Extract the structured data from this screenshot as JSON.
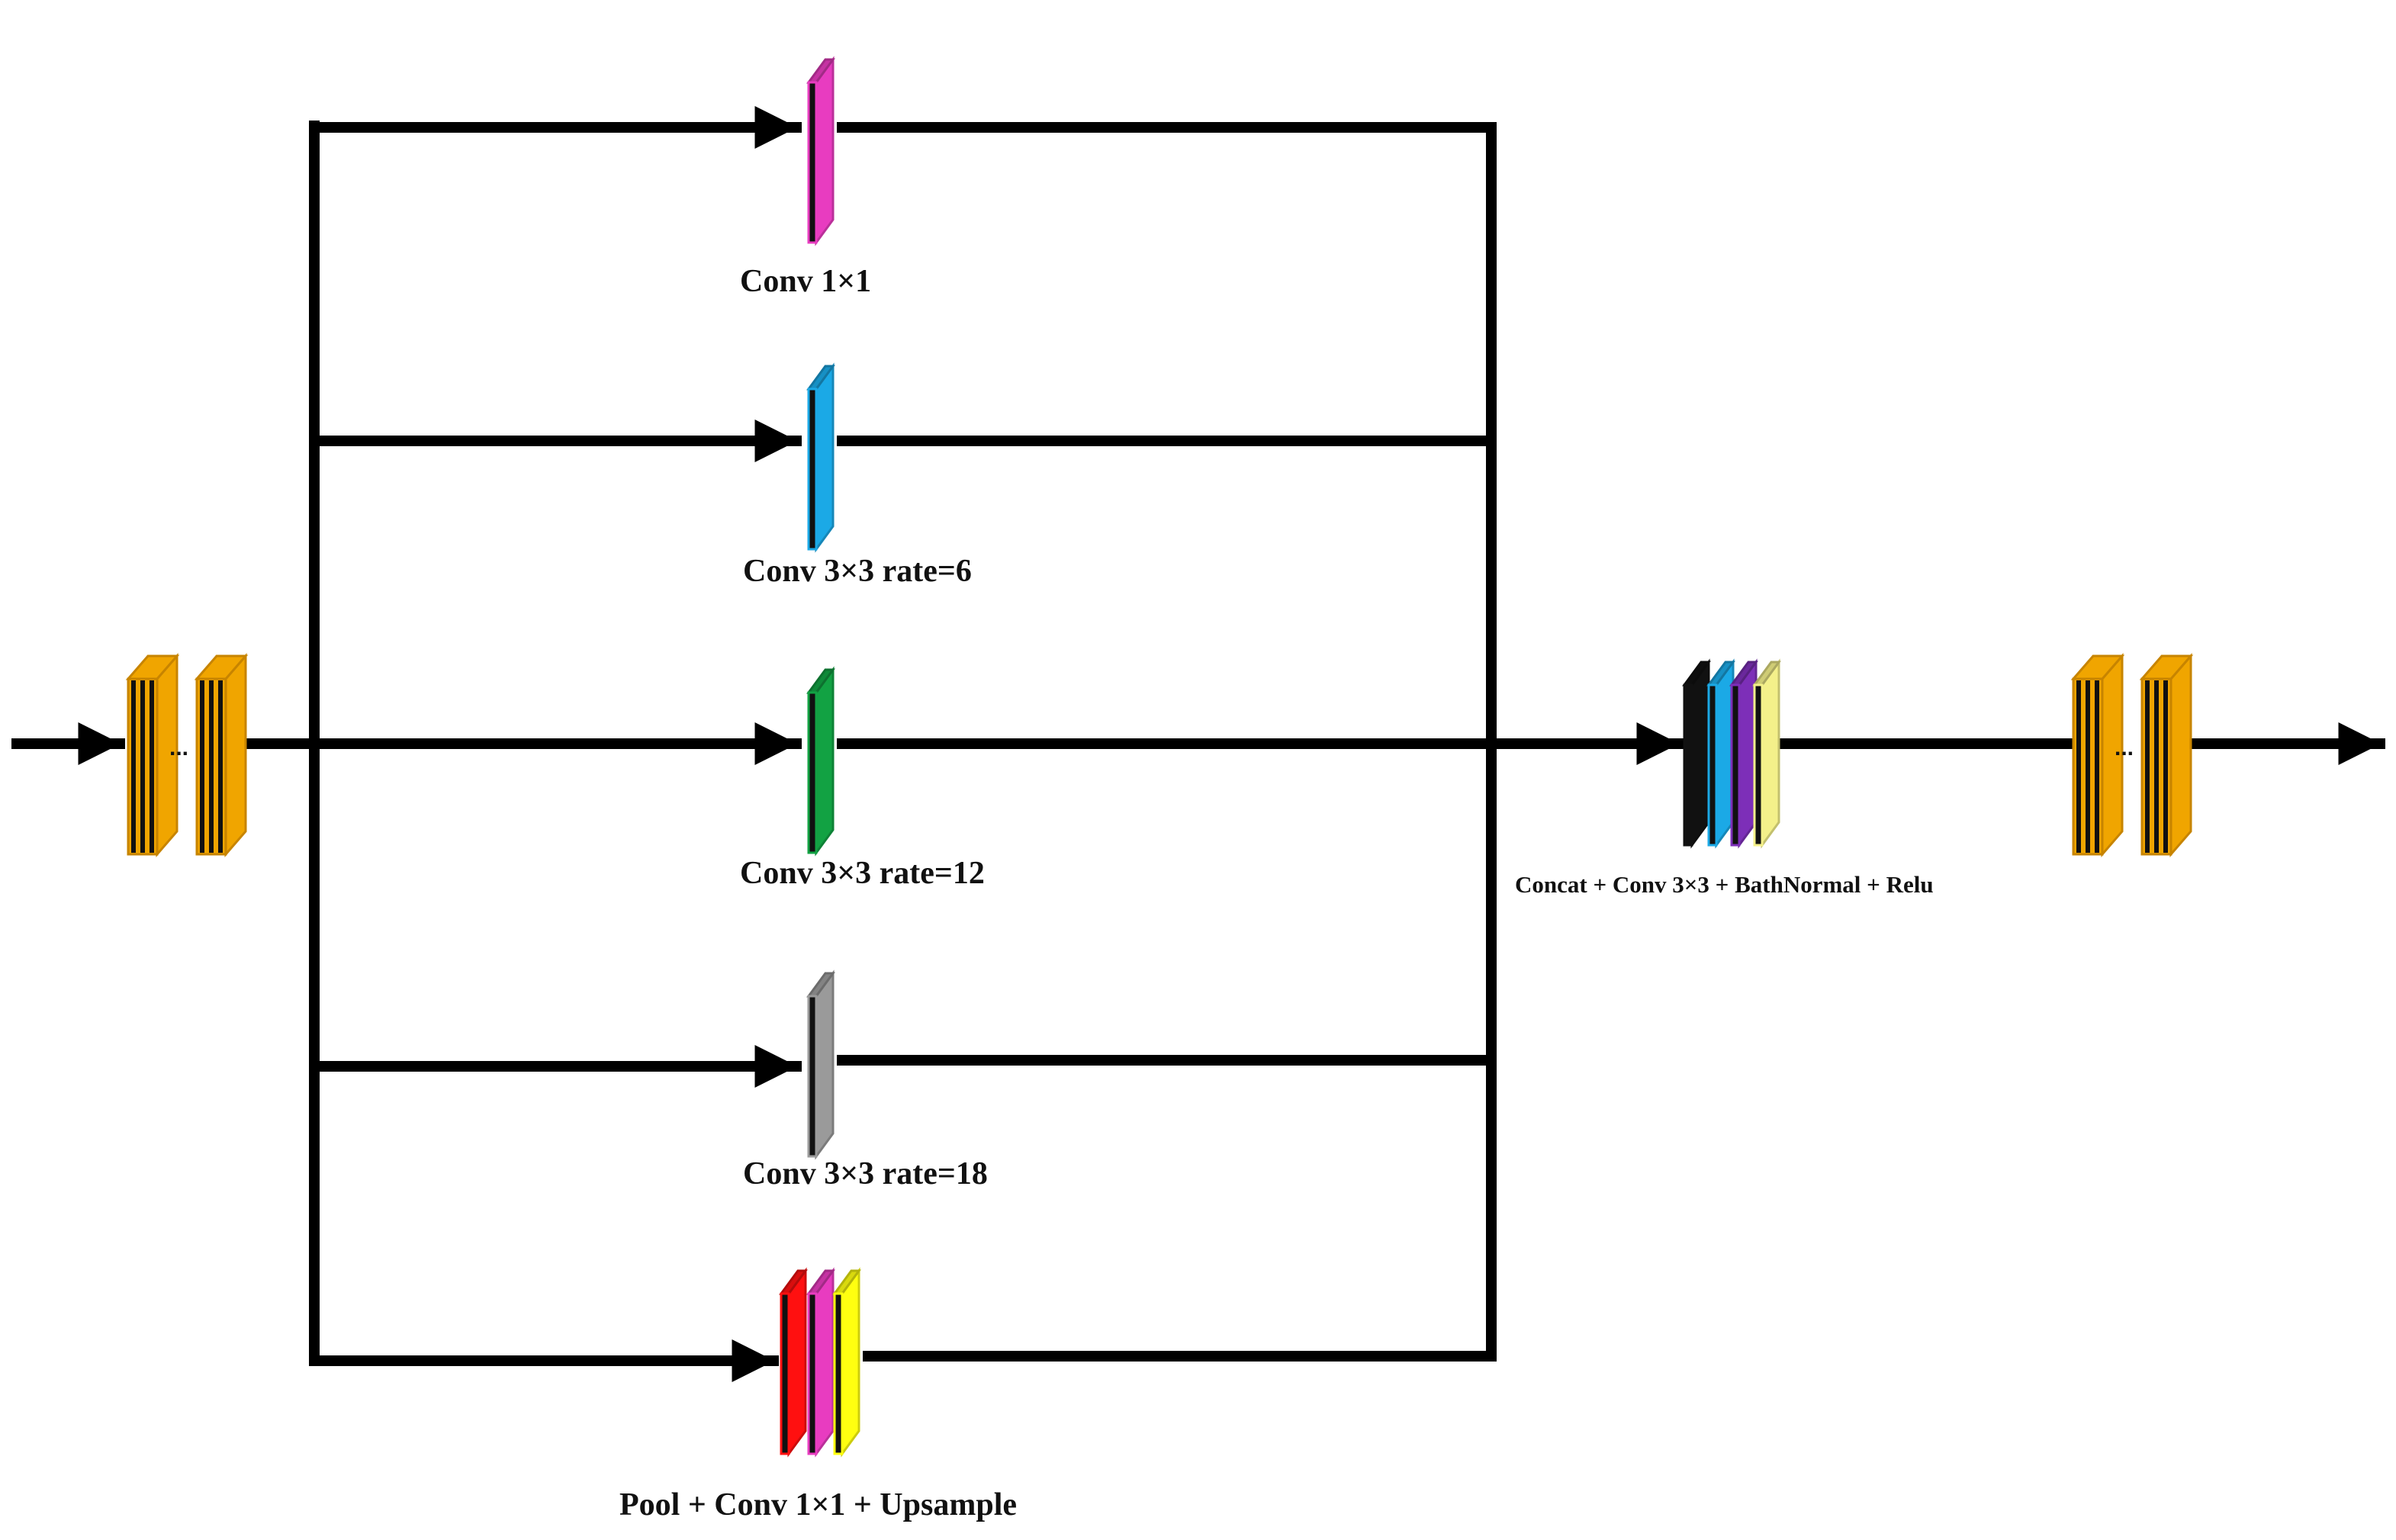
{
  "diagram": {
    "branches": [
      {
        "label": "Conv 1×1",
        "color": "#e83cc0"
      },
      {
        "label": "Conv 3×3 rate=6",
        "color": "#1ba9e6"
      },
      {
        "label": "Conv 3×3 rate=12",
        "color": "#12a243"
      },
      {
        "label": "Conv 3×3 rate=18",
        "color": "#9a9a9a"
      },
      {
        "label": "Pool + Conv 1×1 + Upsample",
        "colors": [
          "#ff1010",
          "#e83cc0",
          "#ffff10"
        ]
      }
    ],
    "concat": {
      "label": "Concat + Conv 3×3 + BathNormal + Relu",
      "colors": [
        "#111111",
        "#1ba9e6",
        "#7d2fb8",
        "#f4f08a"
      ]
    },
    "feature_map_color": "#f0a500",
    "ellipsis": "..."
  }
}
